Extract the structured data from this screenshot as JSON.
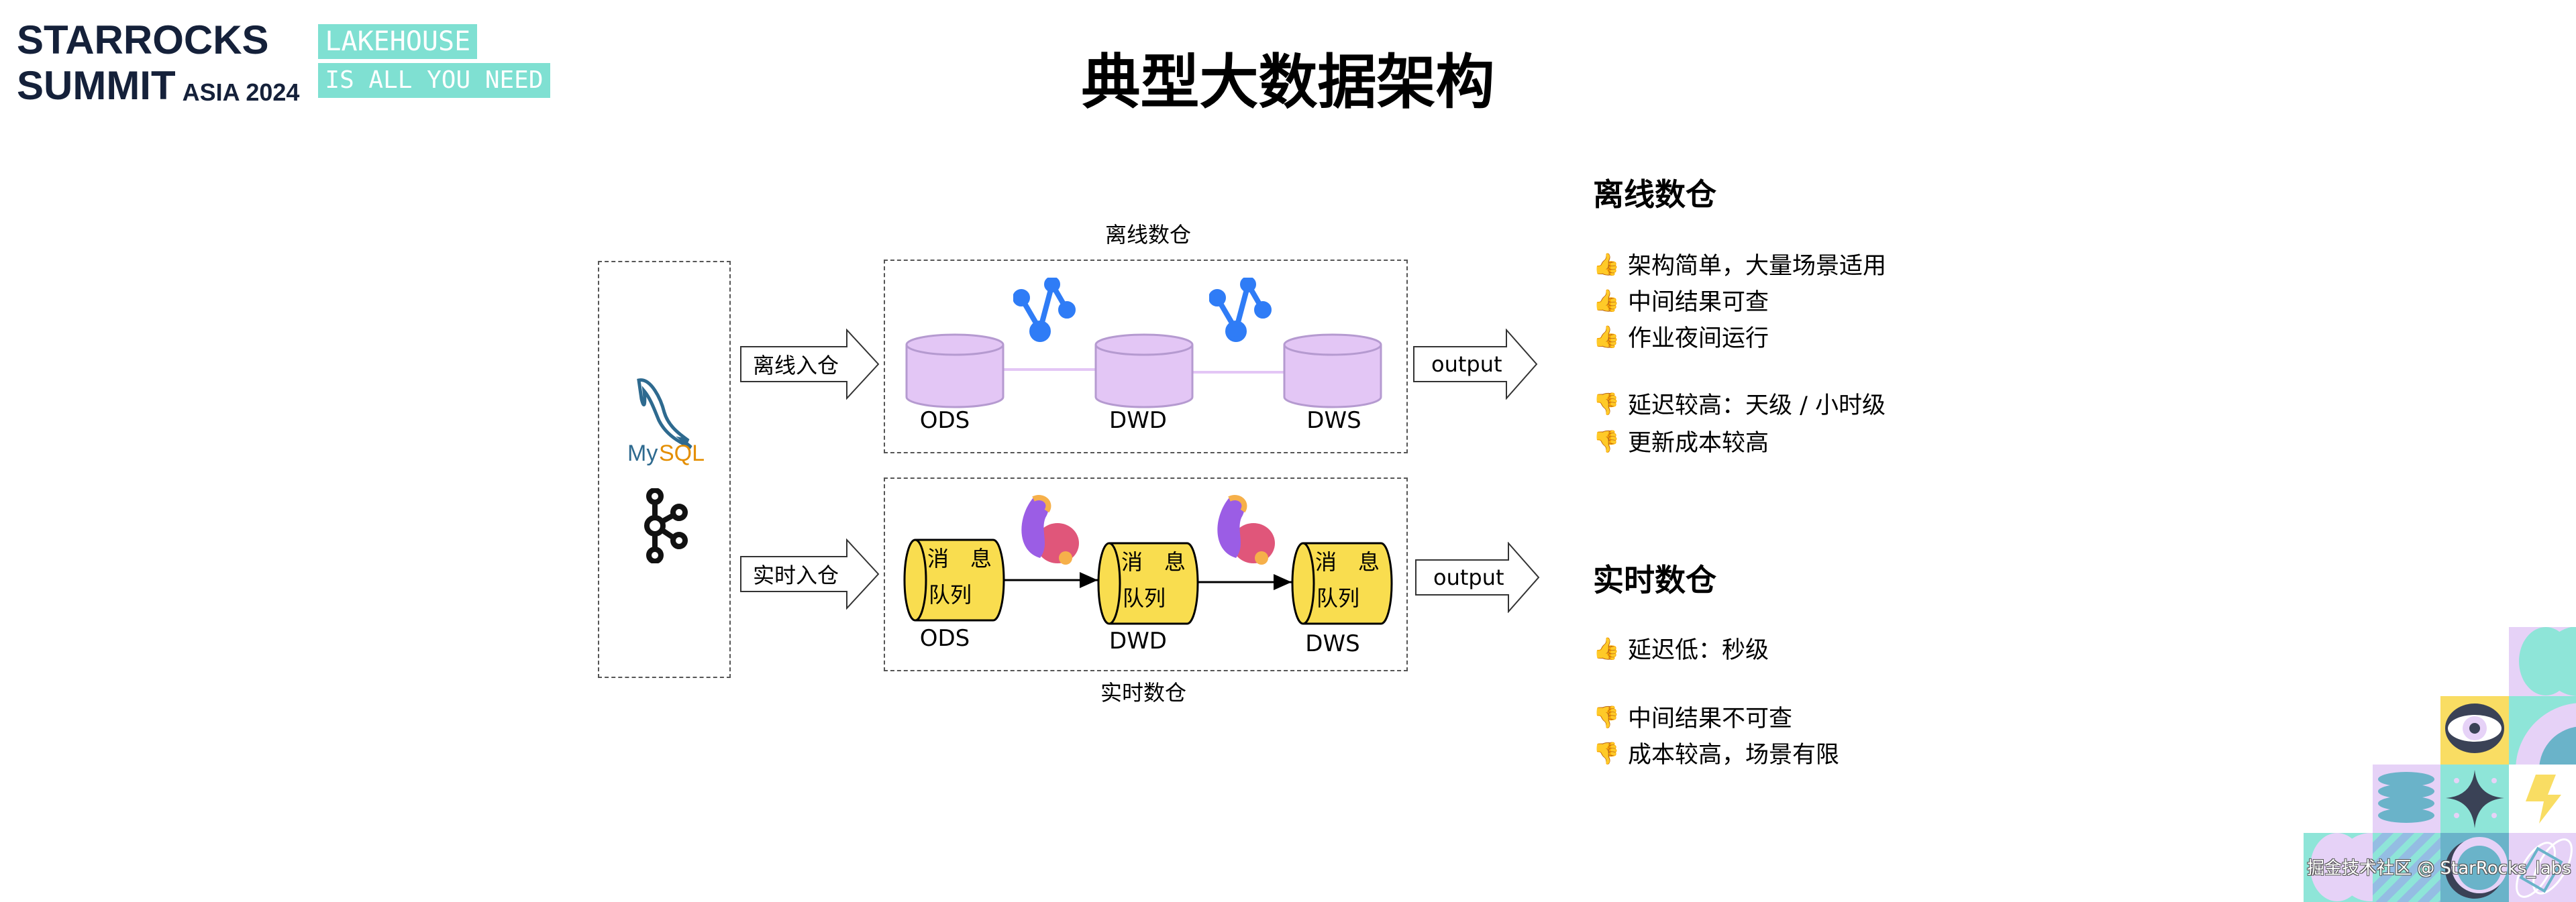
{
  "logo": {
    "line1": "STARROCKS",
    "line2": "SUMMIT",
    "sub": "ASIA 2024",
    "tag1": "LAKEHOUSE",
    "tag2": "IS ALL YOU NEED"
  },
  "title": "典型大数据架构",
  "diagram": {
    "offline_label": "离线数仓",
    "realtime_label": "实时数仓",
    "offline_in": "离线入仓",
    "realtime_in": "实时入仓",
    "output": "output",
    "layers": [
      "ODS",
      "DWD",
      "DWS"
    ],
    "queue_line1": "消　息",
    "queue_line2": "队列",
    "sources": [
      "mysql-icon",
      "kafka-icon"
    ],
    "colors": {
      "cylinder": "#e3c6f5",
      "queue": "#f9dd4f",
      "graph": "#2f7cf6"
    }
  },
  "panel": {
    "offline": {
      "heading": "离线数仓",
      "pros": [
        "架构简单，大量场景适用",
        "中间结果可查",
        "作业夜间运行"
      ],
      "cons": [
        "延迟较高：天级 / 小时级",
        "更新成本较高"
      ]
    },
    "realtime": {
      "heading": "实时数仓",
      "pros": [
        "延迟低：秒级"
      ],
      "cons": [
        "中间结果不可查",
        "成本较高，场景有限"
      ]
    },
    "thumb_up": "👍",
    "thumb_down": "👎"
  },
  "watermark": "掘金技术社区 @ StarRocks_labs"
}
